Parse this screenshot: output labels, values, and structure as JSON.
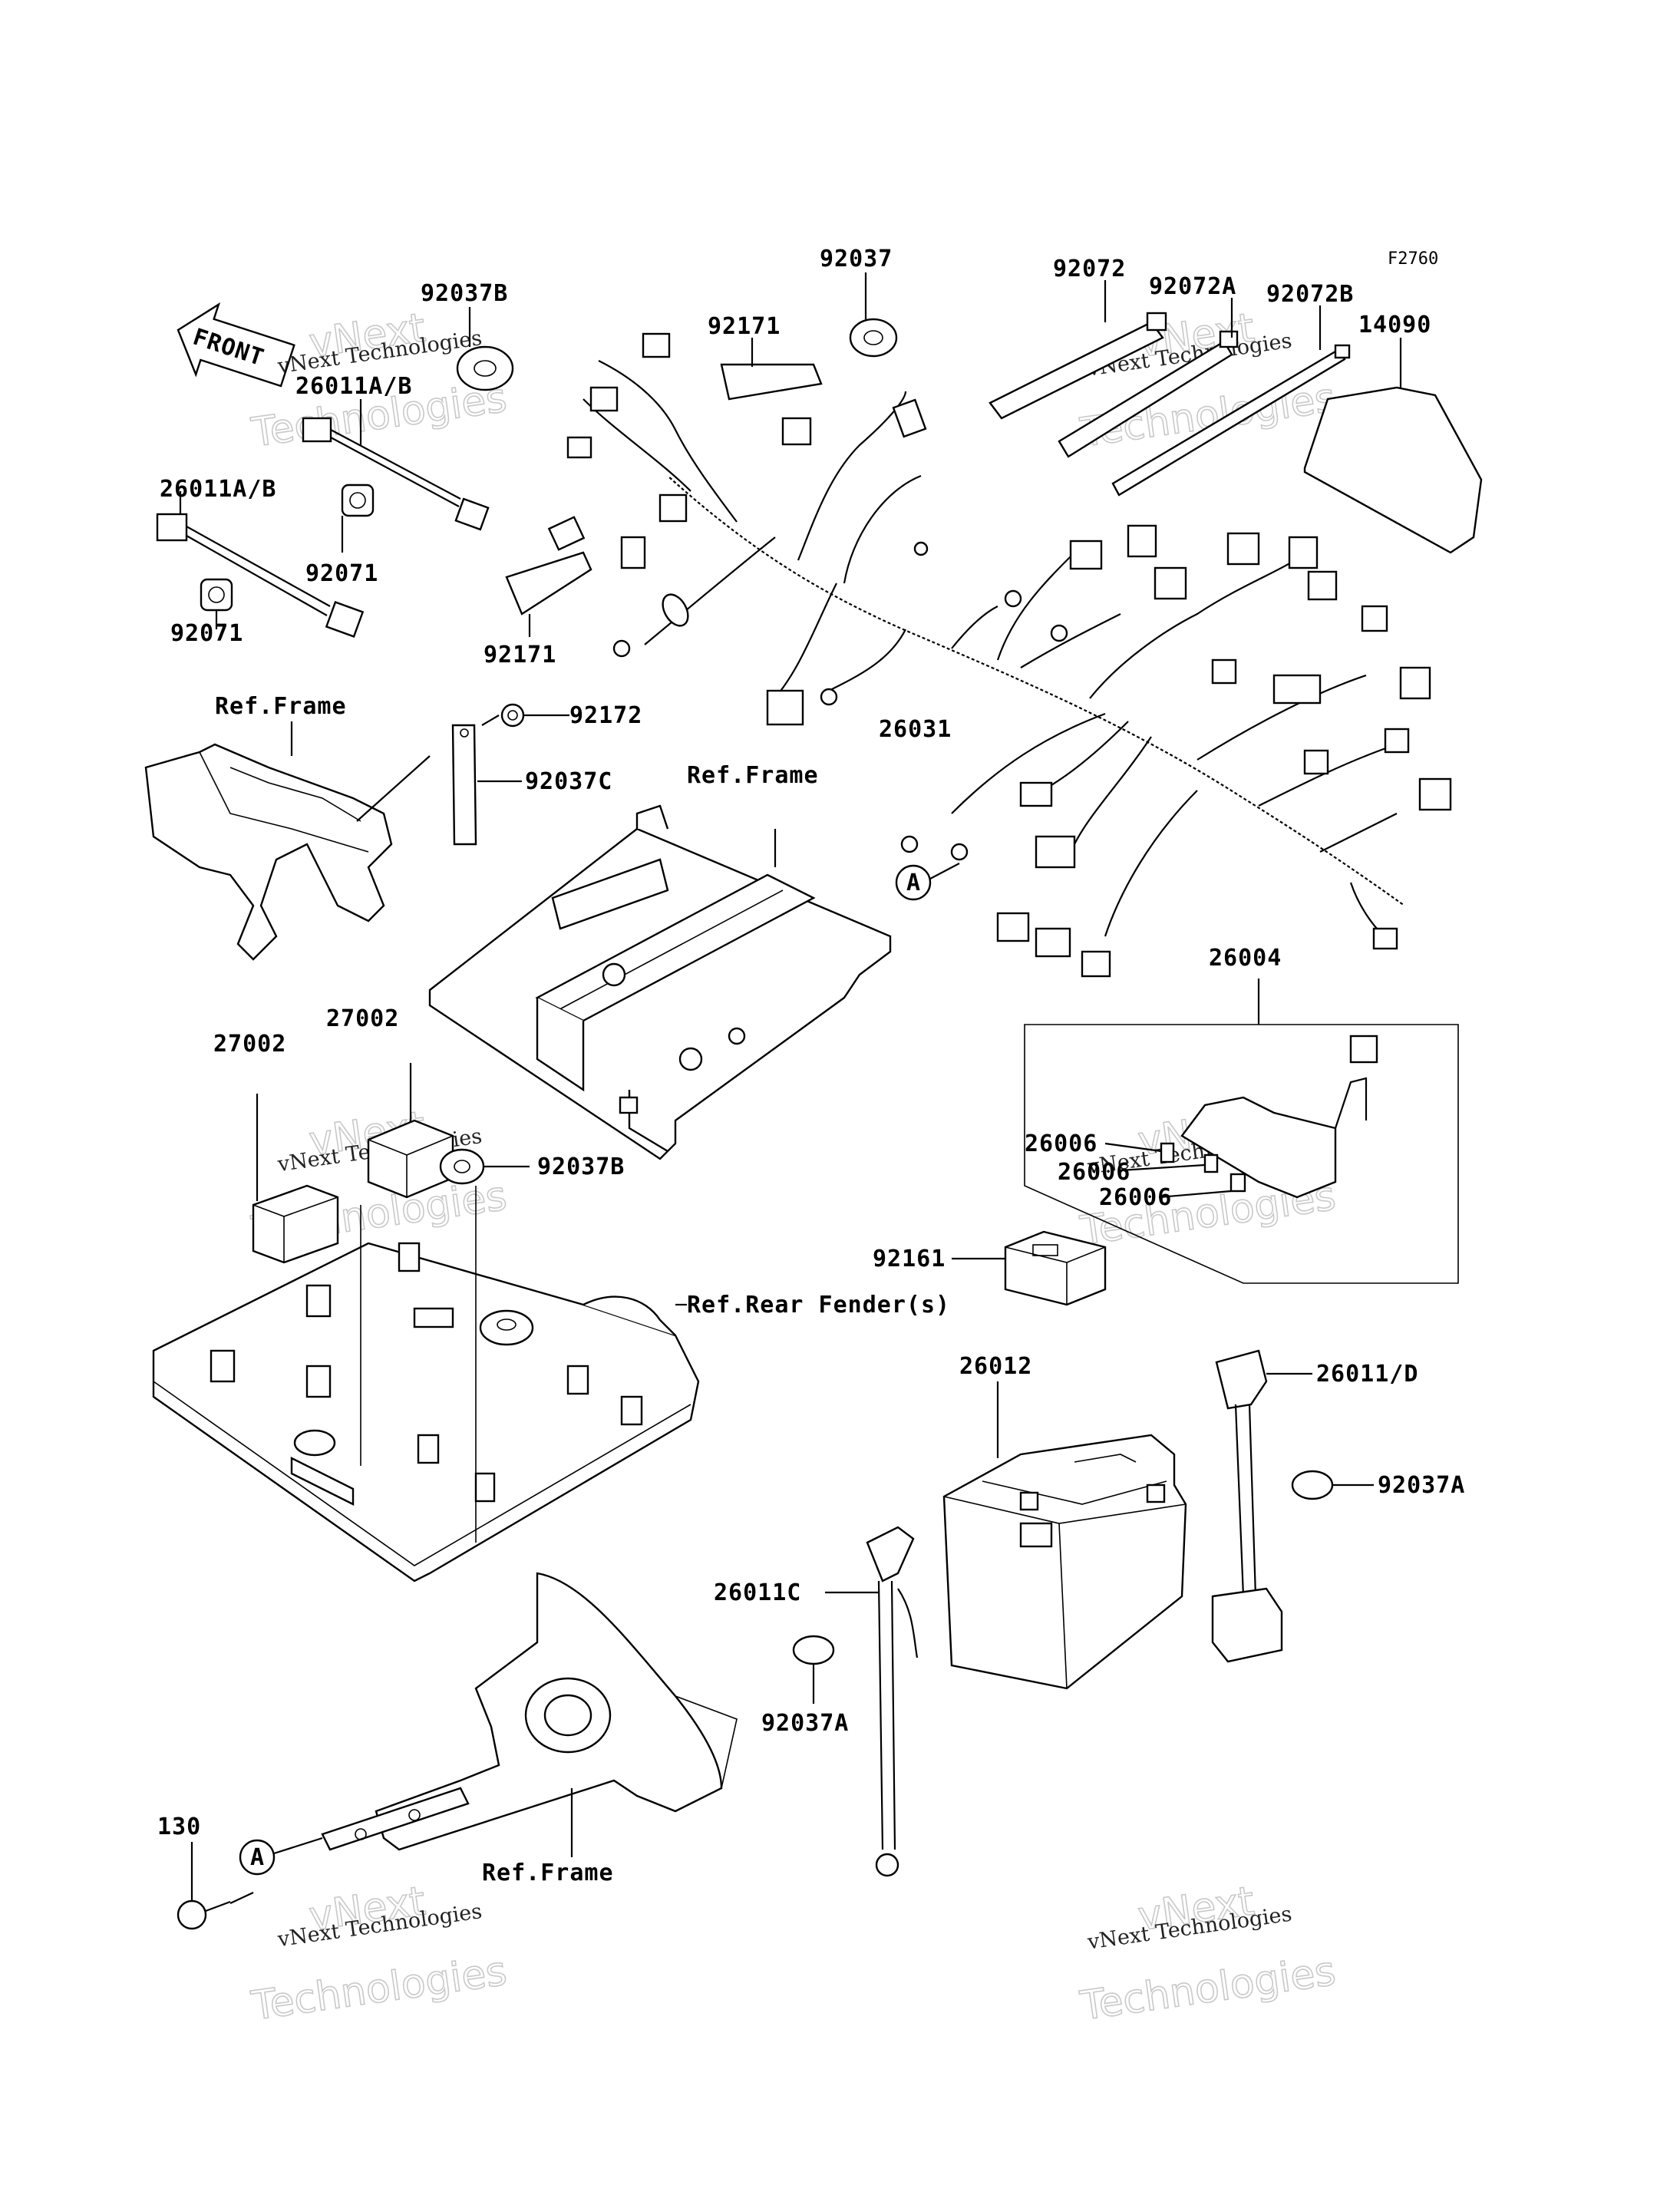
{
  "figure_code": "F2760",
  "front_label": "FRONT",
  "watermark": {
    "line1": "vNext Technologies",
    "line2": "vNext",
    "line3": "Technologies"
  },
  "callouts": {
    "p92037B_top": "92037B",
    "p26011AB_top": "26011A/B",
    "p26011AB_mid": "26011A/B",
    "p92071_a": "92071",
    "p92071_b": "92071",
    "p92171_a": "92171",
    "p92171_b": "92171",
    "p92037": "92037",
    "p92072": "92072",
    "p92072A": "92072A",
    "p92072B": "92072B",
    "p14090": "14090",
    "p92172": "92172",
    "p92037C": "92037C",
    "p26031": "26031",
    "p26004": "26004",
    "p27002_a": "27002",
    "p27002_b": "27002",
    "p92037B_mid": "92037B",
    "p26006_a": "26006",
    "p26006_b": "26006",
    "p26006_c": "26006",
    "p92161": "92161",
    "p26012": "26012",
    "p26011D": "26011/D",
    "p92037A_right": "92037A",
    "p26011C": "26011C",
    "p92037A_left": "92037A",
    "p130": "130"
  },
  "ref_labels": {
    "frame_1": "Ref.Frame",
    "frame_2": "Ref.Frame",
    "frame_3": "Ref.Frame",
    "rear_fender": "Ref.Rear Fender(s)"
  },
  "markers": {
    "a_upper": "A",
    "a_lower": "A"
  }
}
